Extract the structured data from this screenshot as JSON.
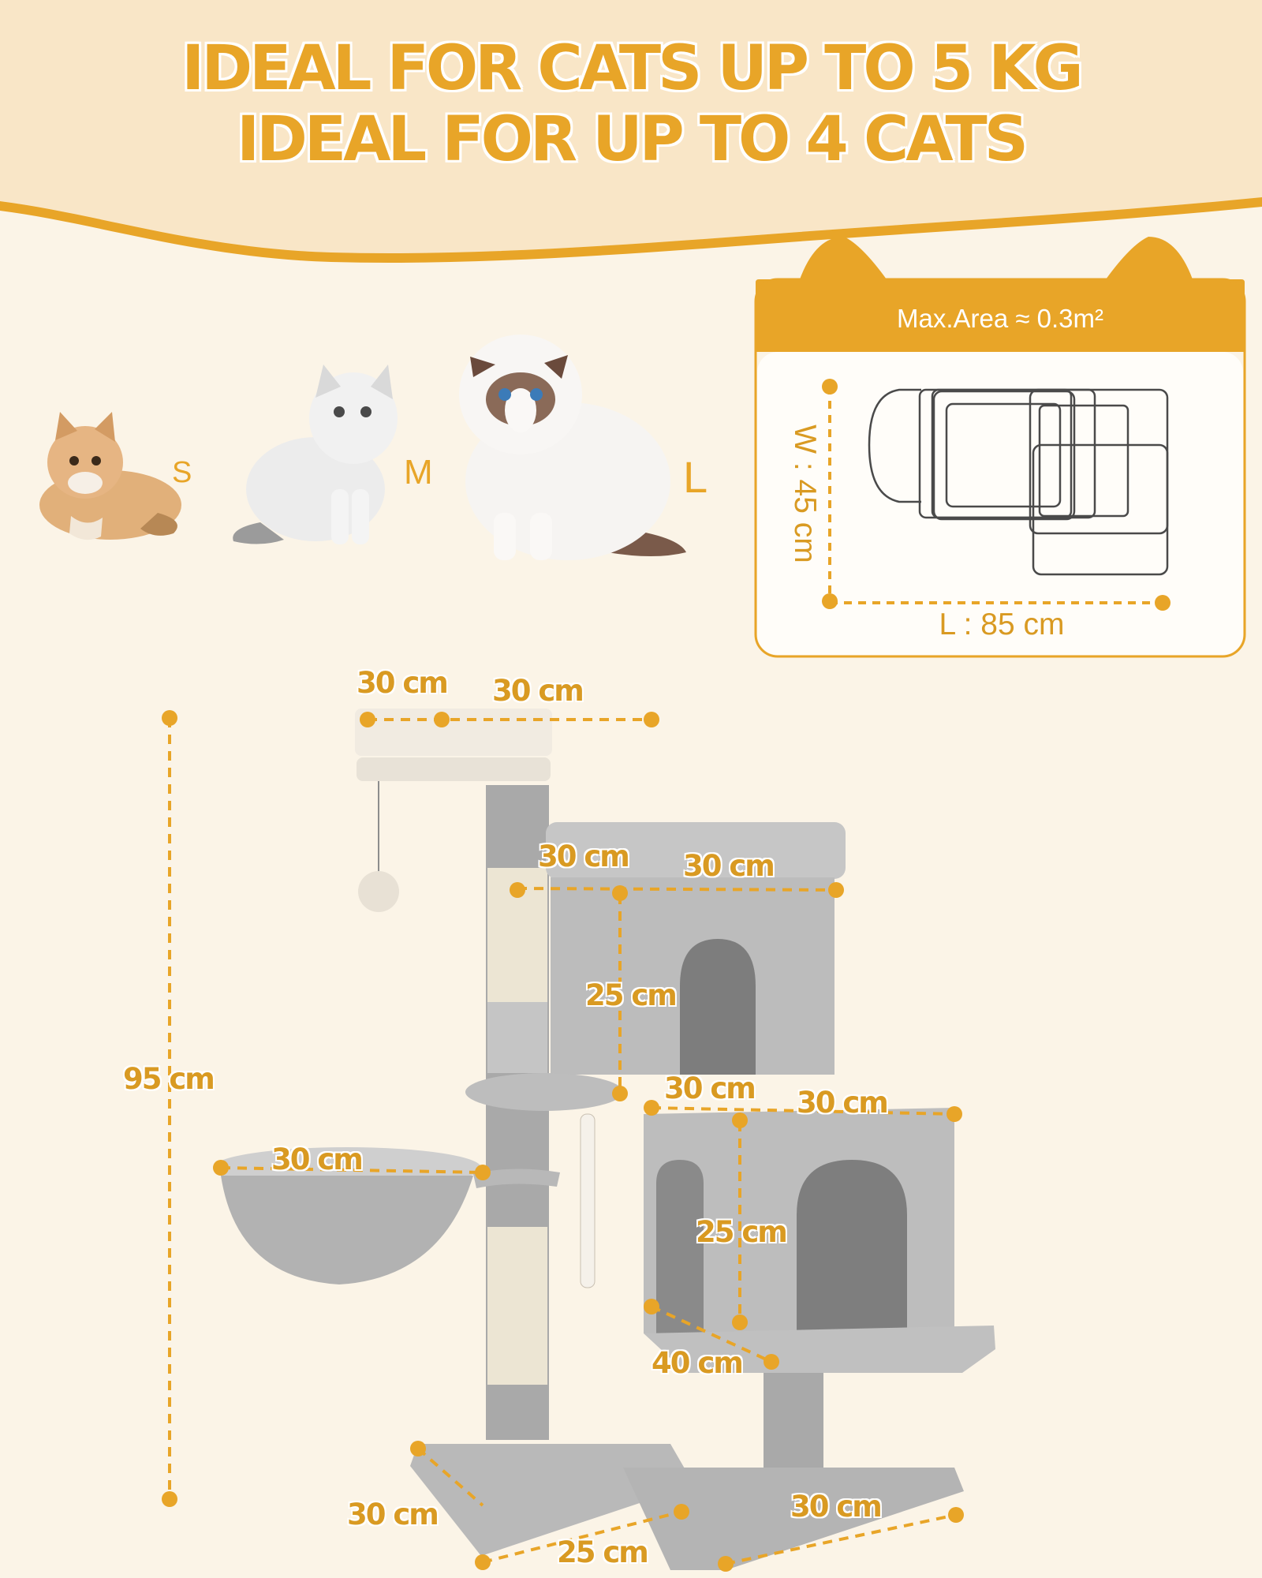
{
  "headline": {
    "line1": "IDEAL FOR CATS UP TO 5 KG",
    "line2": "IDEAL FOR UP TO 4 CATS"
  },
  "cat_sizes": {
    "small": "S",
    "medium": "M",
    "large": "L"
  },
  "area_card": {
    "title": "Max.Area ≈ 0.3m²",
    "width_label": "W : 45 cm",
    "length_label": "L : 85 cm"
  },
  "dimensions": {
    "total_height": "95 cm",
    "top_perch_a": "30 cm",
    "top_perch_b": "30 cm",
    "upper_condo_a": "30 cm",
    "upper_condo_b": "30 cm",
    "upper_condo_height": "25 cm",
    "lower_condo_a": "30 cm",
    "lower_condo_b": "30 cm",
    "lower_condo_height": "25 cm",
    "lower_condo_depth": "40 cm",
    "basket": "30 cm",
    "base_left_depth": "30 cm",
    "base_left_width": "25 cm",
    "base_right": "30 cm"
  },
  "colors": {
    "accent": "#e8a528",
    "background": "#fbf4e7",
    "plush_gray": "#bdbdbd",
    "sisal": "#ede6d6"
  }
}
